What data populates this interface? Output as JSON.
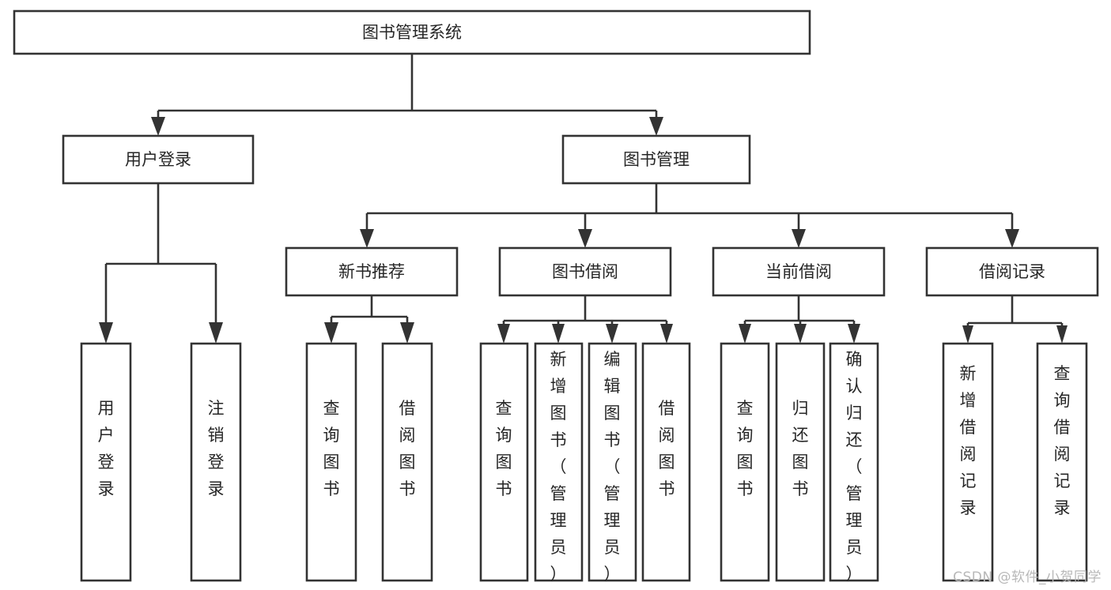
{
  "diagram": {
    "type": "tree-hierarchy",
    "title": "图书管理系统",
    "watermark": "CSDN @软件_小贺同学",
    "colors": {
      "stroke": "#333333",
      "fill": "#ffffff",
      "text": "#262626",
      "watermark": "#b8b8b8",
      "background": "#ffffff"
    },
    "root": {
      "label": "图书管理系统",
      "orientation": "horizontal"
    },
    "level1": [
      {
        "id": "user-login",
        "label": "用户登录",
        "orientation": "horizontal"
      },
      {
        "id": "book-manage",
        "label": "图书管理",
        "orientation": "horizontal"
      }
    ],
    "level2": [
      {
        "id": "new-book-recommend",
        "label": "新书推荐",
        "parent": "book-manage",
        "orientation": "horizontal"
      },
      {
        "id": "book-borrow",
        "label": "图书借阅",
        "parent": "book-manage",
        "orientation": "horizontal"
      },
      {
        "id": "current-borrow",
        "label": "当前借阅",
        "parent": "book-manage",
        "orientation": "horizontal"
      },
      {
        "id": "borrow-record",
        "label": "借阅记录",
        "parent": "book-manage",
        "orientation": "horizontal"
      }
    ],
    "leaves": [
      {
        "id": "leaf-user-login",
        "label": "用户登录",
        "parent": "user-login",
        "orientation": "vertical"
      },
      {
        "id": "leaf-user-logout",
        "label": "注销登录",
        "parent": "user-login",
        "orientation": "vertical"
      },
      {
        "id": "leaf-query-book-1",
        "label": "查询图书",
        "parent": "new-book-recommend",
        "orientation": "vertical"
      },
      {
        "id": "leaf-borrow-book-1",
        "label": "借阅图书",
        "parent": "new-book-recommend",
        "orientation": "vertical"
      },
      {
        "id": "leaf-query-book-2",
        "label": "查询图书",
        "parent": "book-borrow",
        "orientation": "vertical"
      },
      {
        "id": "leaf-add-book",
        "label": "新增图书（管理员）",
        "parent": "book-borrow",
        "orientation": "vertical"
      },
      {
        "id": "leaf-edit-book",
        "label": "编辑图书（管理员）",
        "parent": "book-borrow",
        "orientation": "vertical"
      },
      {
        "id": "leaf-borrow-book-2",
        "label": "借阅图书",
        "parent": "book-borrow",
        "orientation": "vertical"
      },
      {
        "id": "leaf-query-book-3",
        "label": "查询图书",
        "parent": "current-borrow",
        "orientation": "vertical"
      },
      {
        "id": "leaf-return-book",
        "label": "归还图书",
        "parent": "current-borrow",
        "orientation": "vertical"
      },
      {
        "id": "leaf-confirm-return",
        "label": "确认归还（管理员）",
        "parent": "current-borrow",
        "orientation": "vertical"
      },
      {
        "id": "leaf-add-record",
        "label": "新增借阅记录",
        "parent": "borrow-record",
        "orientation": "vertical"
      },
      {
        "id": "leaf-query-record",
        "label": "查询借阅记录",
        "parent": "borrow-record",
        "orientation": "vertical"
      }
    ]
  }
}
